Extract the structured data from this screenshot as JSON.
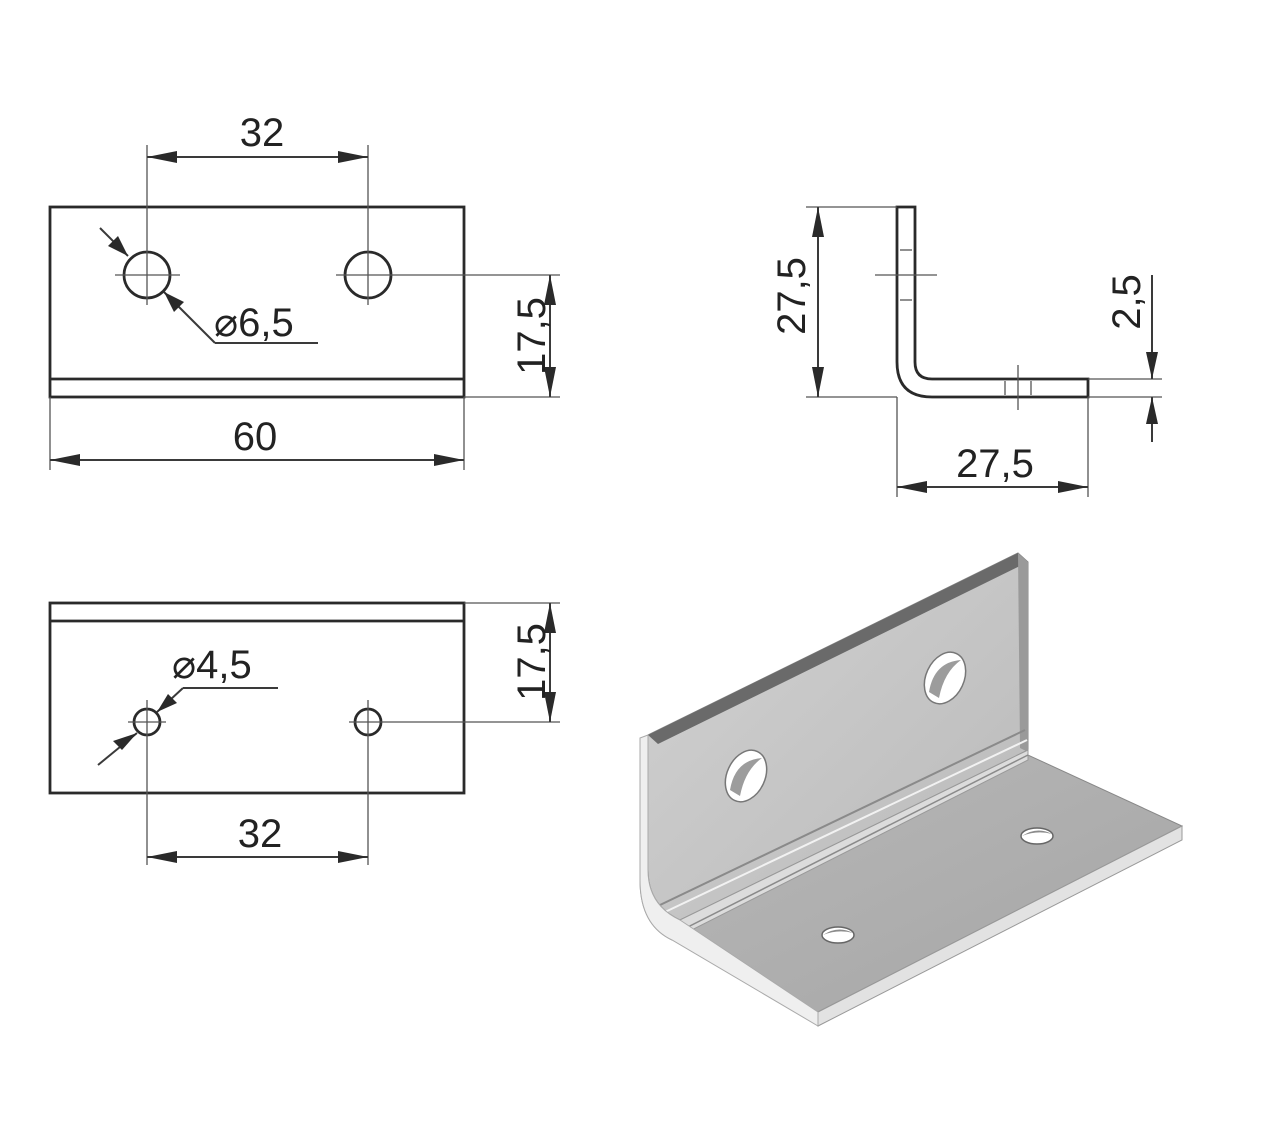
{
  "top_view": {
    "hole_spacing": "32",
    "hole_diameter": "⌀6,5",
    "hole_offset": "17,5",
    "length": "60"
  },
  "side_view": {
    "height": "27,5",
    "thickness": "2,5",
    "width": "27,5"
  },
  "bottom_view": {
    "hole_diameter": "⌀4,5",
    "hole_offset": "17,5",
    "hole_spacing": "32"
  },
  "colors": {
    "line": "#2a2a2a",
    "metal_light": "#d4d4d4",
    "metal_mid": "#bfbfbf",
    "metal_dark": "#8f8f8f"
  }
}
